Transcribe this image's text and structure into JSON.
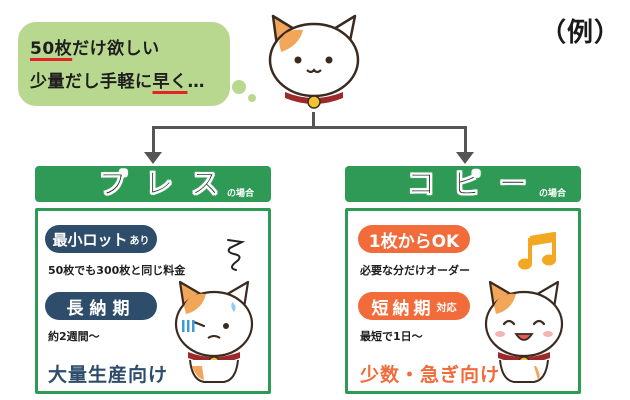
{
  "bubble": {
    "line1_part1": "50枚",
    "line1_part2": "だけ欲しい",
    "line2_part1": "少量だし手軽に",
    "line2_part2": "早く",
    "line2_part3": "…"
  },
  "example_label": "（例）",
  "press": {
    "title": "プレス",
    "suffix": "の場合",
    "badge1": "最小ロット",
    "badge1_small": "あり",
    "desc1": "50枚でも300枚と同じ料金",
    "badge2": "長納期",
    "desc2": "約2週間〜",
    "footer": "大量生産向け"
  },
  "copy": {
    "title": "コピー",
    "suffix": "の場合",
    "badge1": "1枚からOK",
    "desc1": "必要な分だけオーダー",
    "badge2": "短納期",
    "badge2_small": "対応",
    "desc2": "最短で1日〜",
    "footer": "少数・急ぎ向け"
  },
  "colors": {
    "green": "#2e9a55",
    "bubble": "#b9d88f",
    "navy": "#2e4d6b",
    "orange": "#f26b3a",
    "red": "#e5222a"
  }
}
